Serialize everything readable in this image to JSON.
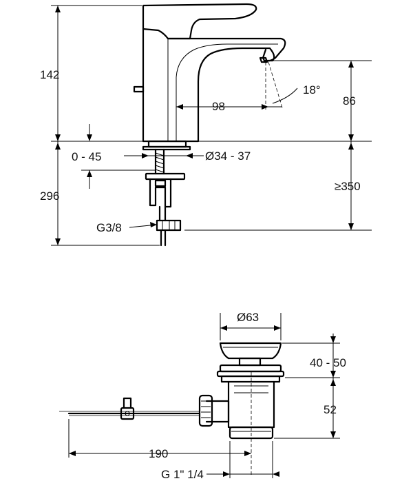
{
  "faucet_view": {
    "dims": {
      "height_total": "142",
      "spout_height": "86",
      "reach": "98",
      "angle": "18°",
      "deck_thickness": "0 - 45",
      "hole_diameter": "Ø34 - 37",
      "hose_length": "296",
      "min_clearance": "≥350",
      "connection": "G3/8"
    }
  },
  "waste_view": {
    "dims": {
      "plug_diameter": "Ø63",
      "stroke": "40 - 50",
      "body_height": "52",
      "rod_length": "190",
      "thread": "G 1\" 1/4"
    }
  }
}
